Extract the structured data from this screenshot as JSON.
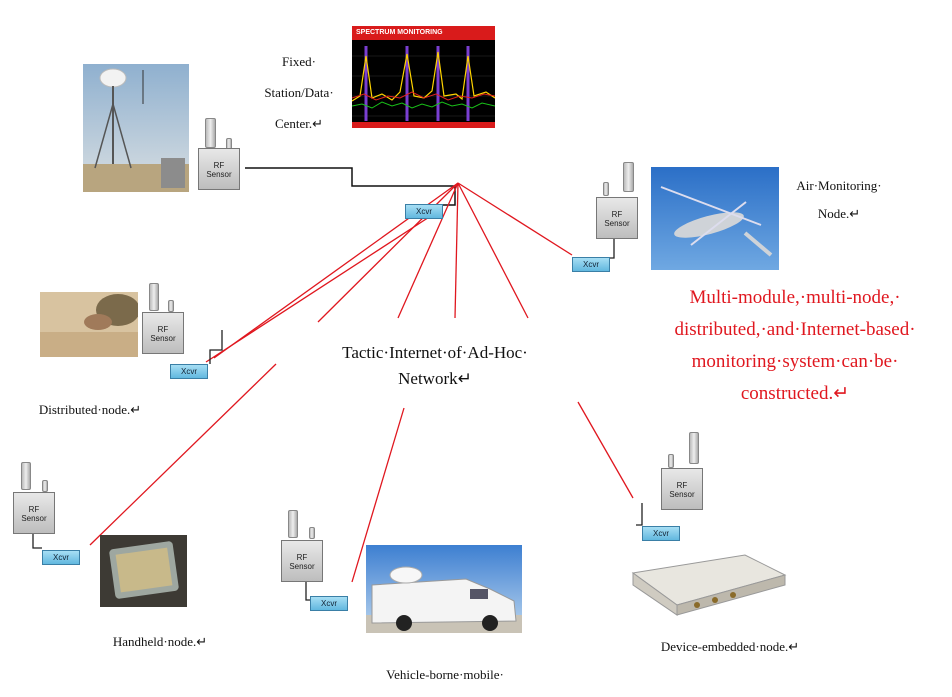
{
  "nodes": {
    "fixed": {
      "lines": [
        "Fixed·",
        "Station/Data·",
        "Center.↵"
      ]
    },
    "air": {
      "lines": [
        "Air·Monitoring·",
        "Node.↵"
      ]
    },
    "distributed": {
      "label": "Distributed·node.↵"
    },
    "handheld": {
      "label": "Handheld·node.↵"
    },
    "vehicle": {
      "label": "Vehicle-borne·mobile·"
    },
    "device": {
      "label": "Device-embedded·node.↵"
    }
  },
  "network": {
    "lines": [
      "Tactic·Internet·of·Ad-Hoc·",
      "Network↵"
    ]
  },
  "statement": {
    "lines": [
      "Multi-module,·multi-node,·",
      "distributed,·and·Internet-based·",
      "monitoring·system·can·be·",
      "constructed.↵"
    ],
    "color": "#e0171f"
  },
  "equipment": {
    "rf_line1": "RF",
    "rf_line2": "Sensor",
    "xcvr": "Xcvr"
  },
  "spectrum_title": "SPECTRUM MONITORING",
  "colors": {
    "link": "#e0171f",
    "wired": "#111111",
    "xcvr": "#7cc8ea"
  }
}
